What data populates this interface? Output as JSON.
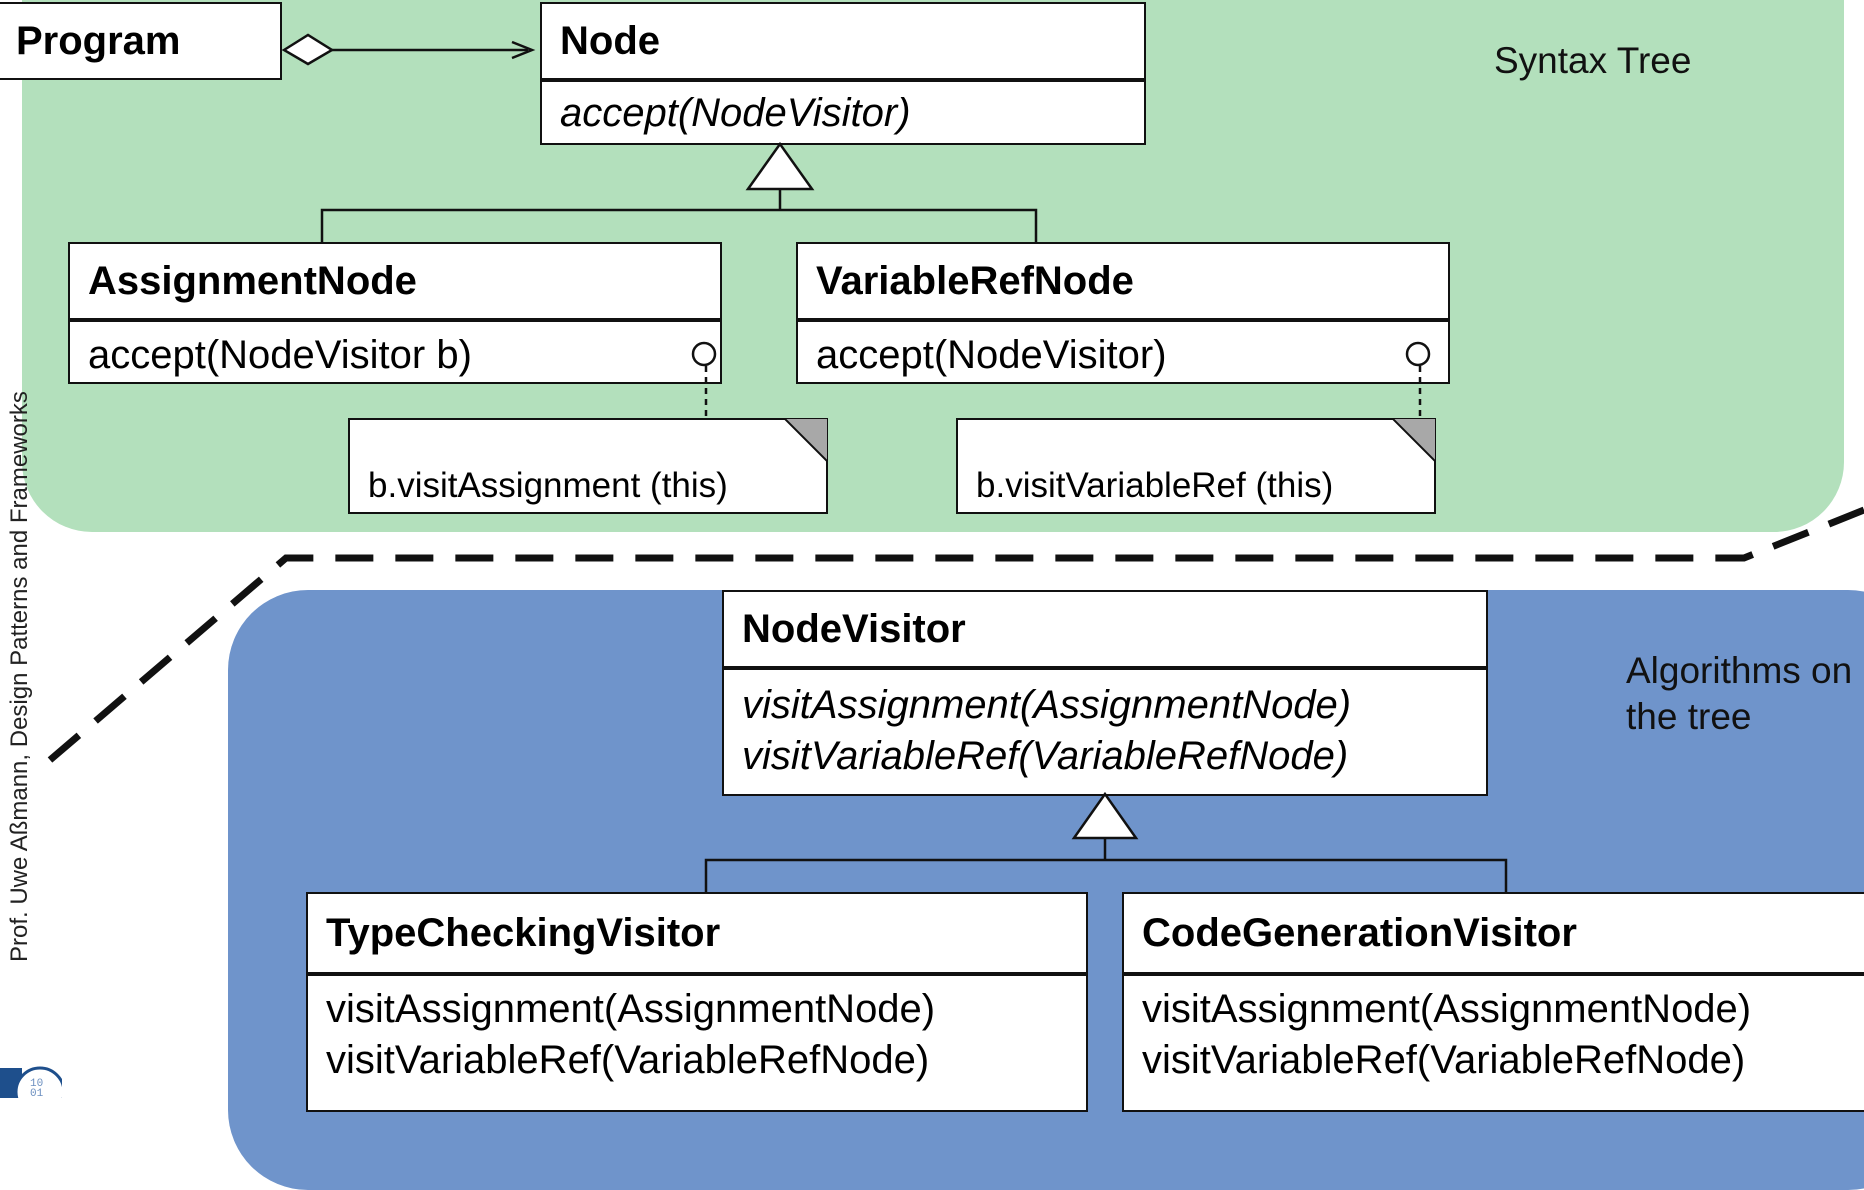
{
  "colors": {
    "syntax_region": "#b3e0bc",
    "algorithms_region": "#6f94cb",
    "line": "#111111",
    "note_corner": "#a8a8a8"
  },
  "regions": {
    "syntax_tree_label": "Syntax Tree",
    "algorithms_label": "Algorithms on the tree"
  },
  "classes": {
    "program": {
      "name": "Program"
    },
    "node": {
      "name": "Node",
      "ops": [
        "accept(NodeVisitor)"
      ]
    },
    "assignment_node": {
      "name": "AssignmentNode",
      "ops": [
        "accept(NodeVisitor b)"
      ]
    },
    "variable_ref_node": {
      "name": "VariableRefNode",
      "ops": [
        "accept(NodeVisitor)"
      ]
    },
    "node_visitor": {
      "name": "NodeVisitor",
      "ops": [
        "visitAssignment(AssignmentNode)",
        "visitVariableRef(VariableRefNode)"
      ]
    },
    "type_checking_visitor": {
      "name": "TypeCheckingVisitor",
      "ops": [
        "visitAssignment(AssignmentNode)",
        "visitVariableRef(VariableRefNode)"
      ]
    },
    "code_generation_visitor": {
      "name": "CodeGenerationVisitor",
      "ops": [
        "visitAssignment(AssignmentNode)",
        "visitVariableRef(VariableRefNode)"
      ]
    }
  },
  "notes": {
    "assignment": "b.visitAssignment (this)",
    "variable_ref": "b.visitVariableRef (this)"
  },
  "footer": {
    "side_text": "Prof. Uwe Aßmann, Design Patterns and Frameworks"
  }
}
